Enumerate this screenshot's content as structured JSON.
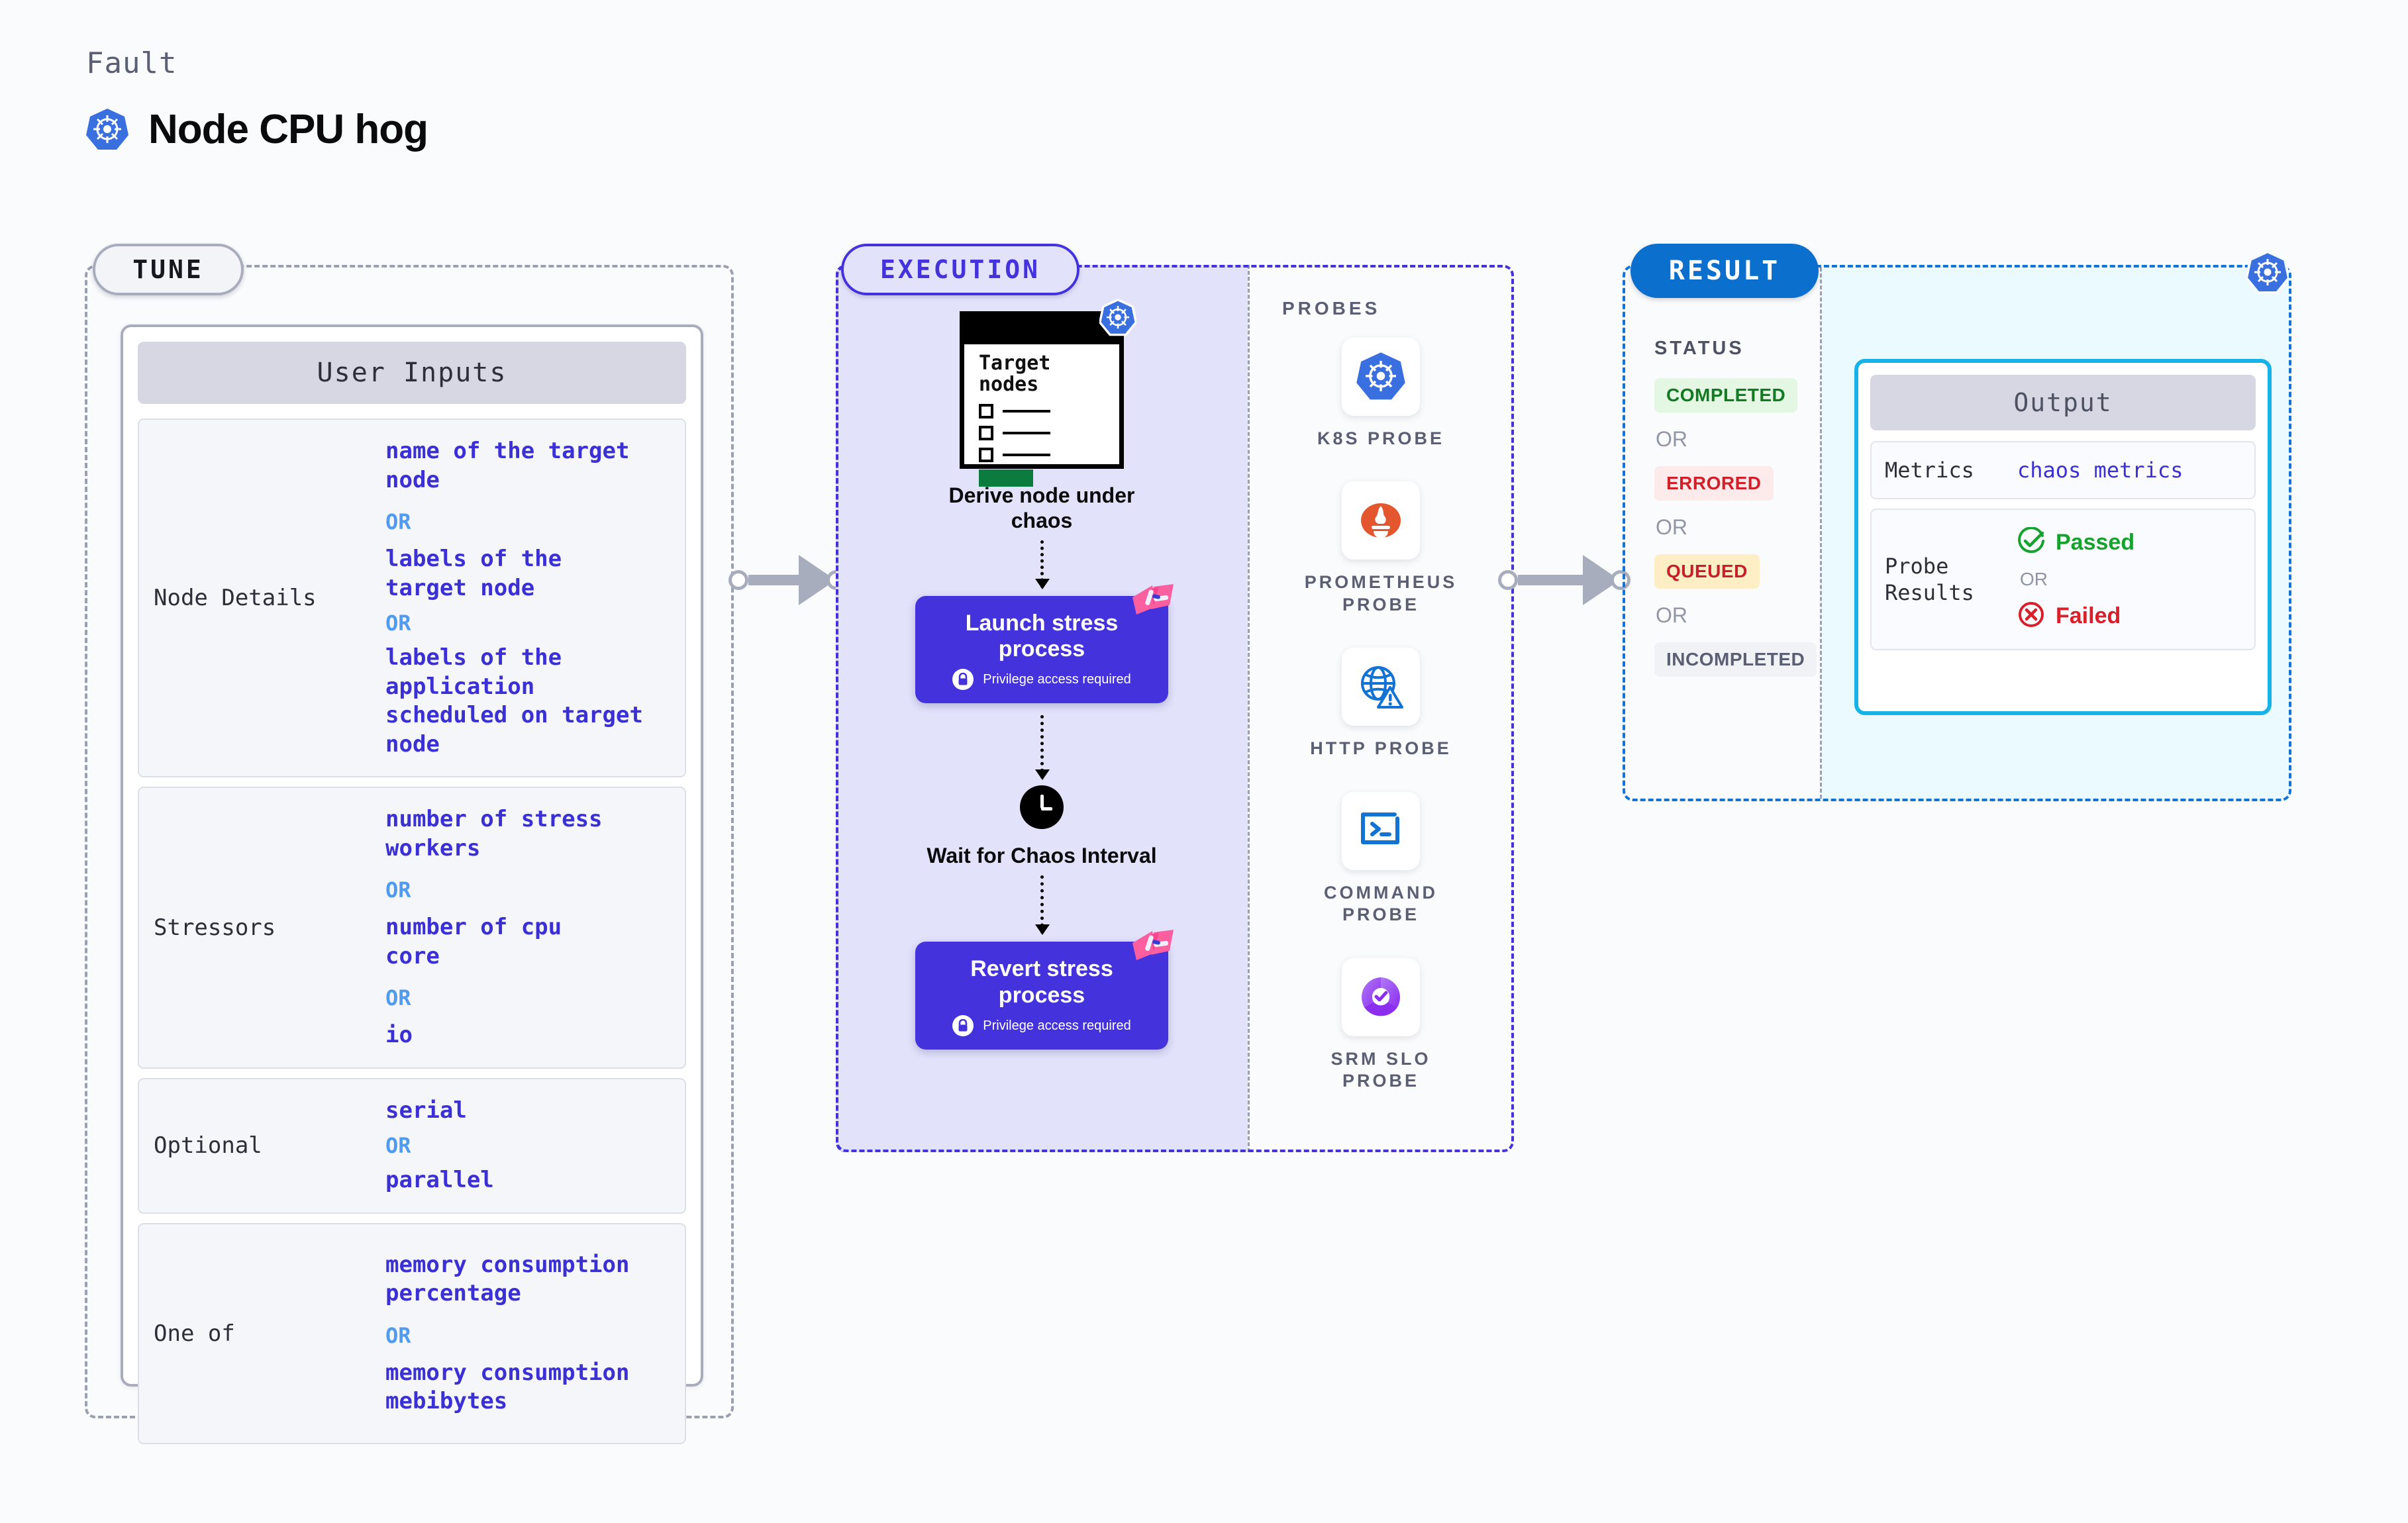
{
  "header": {
    "fault_label": "Fault",
    "fault_title": "Node CPU hog",
    "icon": "kubernetes-icon"
  },
  "sections": {
    "tune": {
      "pill_label": "TUNE"
    },
    "execution": {
      "pill_label": "EXECUTION"
    },
    "result": {
      "pill_label": "RESULT"
    },
    "probes": {
      "label": "PROBES"
    }
  },
  "tune": {
    "card_title": "User Inputs",
    "rows": [
      {
        "label": "Node Details",
        "values": [
          "name of the target\nnode",
          "labels of the\ntarget node",
          "labels of the application\n scheduled on target node"
        ],
        "separator": "OR"
      },
      {
        "label": "Stressors",
        "values": [
          "number of stress\nworkers",
          "number of cpu\ncore",
          "io"
        ],
        "separator": "OR"
      },
      {
        "label": "Optional",
        "values": [
          "serial",
          "parallel"
        ],
        "separator": "OR"
      },
      {
        "label": "One of",
        "values": [
          "memory consumption\npercentage",
          "memory consumption\nmebibytes"
        ],
        "separator": "OR"
      }
    ]
  },
  "execution": {
    "steps": [
      {
        "caption": "Derive node under chaos",
        "icon": "target-nodes-document-icon",
        "doc_title": "Target\nnodes"
      },
      {
        "caption": "Launch stress process",
        "privilege_note": "Privilege access required",
        "icon": "lock-icon",
        "type": "process"
      },
      {
        "caption": "Wait for Chaos Interval",
        "icon": "clock-icon",
        "type": "wait"
      },
      {
        "caption": "Revert stress process",
        "privilege_note": "Privilege access required",
        "icon": "lock-icon",
        "type": "process"
      }
    ]
  },
  "probes": [
    {
      "name": "K8S PROBE",
      "icon": "kubernetes-icon"
    },
    {
      "name": "PROMETHEUS PROBE",
      "icon": "prometheus-icon"
    },
    {
      "name": "HTTP PROBE",
      "icon": "globe-warning-icon"
    },
    {
      "name": "COMMAND PROBE",
      "icon": "terminal-icon"
    },
    {
      "name": "SRM SLO PROBE",
      "icon": "slo-donut-check-icon"
    }
  ],
  "result": {
    "status_heading": "STATUS",
    "separator": "OR",
    "statuses": [
      {
        "label": "COMPLETED",
        "color": "#117a22",
        "bg": "#e4f7e2"
      },
      {
        "label": "ERRORED",
        "color": "#d0202a",
        "bg": "#fdeaea"
      },
      {
        "label": "QUEUED",
        "color": "#c8202a",
        "bg": "#fdeec6"
      },
      {
        "label": "INCOMPLETED",
        "color": "#5a5f73",
        "bg": "#f1f2f6"
      }
    ],
    "output": {
      "title": "Output",
      "rows": [
        {
          "label": "Metrics",
          "value": "chaos metrics"
        },
        {
          "label": "Probe\nResults",
          "pass_label": "Passed",
          "fail_label": "Failed",
          "separator": "OR",
          "pass_icon": "check-circle-icon",
          "fail_icon": "x-circle-icon"
        }
      ]
    },
    "corner_icon": "kubernetes-icon"
  },
  "colors": {
    "tune_border": "#9ba0b0",
    "execution_border": "#4433dd",
    "execution_bg": "#e2e2fb",
    "result_border": "#1273d4",
    "result_bg": "#eafaff",
    "output_border": "#17b3e8",
    "accent_purple": "#3b2fd6",
    "or_blue": "#4f9bf0",
    "pass_green": "#15a32e",
    "fail_red": "#d8202a"
  }
}
